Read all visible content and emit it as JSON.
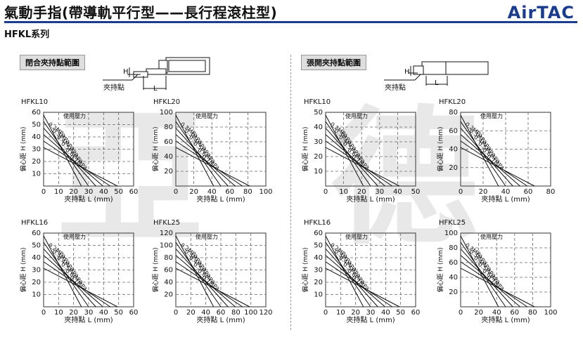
{
  "header": {
    "title": "氣動手指(帶導軌平行型——長行程滾柱型)",
    "brand": "AirTAC",
    "series": "HFKL系列"
  },
  "colors": {
    "accent": "#1a3c8f",
    "grid": "#555555",
    "curve": "#111111"
  },
  "sections": {
    "closed": {
      "label": "閉合夾持點範圍",
      "point_label": "夾持點",
      "h": "H",
      "l": "L"
    },
    "open": {
      "label": "張開夾持點範圍",
      "point_label": "夾持點",
      "h": "H",
      "l": "L"
    }
  },
  "axis_text": {
    "xlabel": "夾持點   L   (mm)",
    "ylabel": "偏心距 H (mm)"
  },
  "chart_data": [
    {
      "id": "c10",
      "name": "HFKL10",
      "type": "line",
      "xlim": [
        0,
        60
      ],
      "ylim": [
        0,
        60
      ],
      "xticks": [
        0,
        10,
        20,
        30,
        40,
        50,
        60
      ],
      "yticks": [
        10,
        20,
        30,
        40,
        50,
        60
      ],
      "labels": [
        "使用壓力",
        "0.2MPa",
        "0.3MPa",
        "0.4MPa",
        "0.5MPa",
        "0.6MPa",
        "0.7MPa"
      ]
    },
    {
      "id": "c20",
      "name": "HFKL20",
      "type": "line",
      "xlim": [
        0,
        100
      ],
      "ylim": [
        0,
        100
      ],
      "xticks": [
        0,
        20,
        40,
        60,
        80,
        100
      ],
      "yticks": [
        20,
        40,
        60,
        80,
        100
      ],
      "labels": [
        "使用壓力",
        "0.2MPa",
        "0.3MPa",
        "0.4MPa",
        "0.5MPa",
        "0.6MPa",
        "0.7MPa"
      ]
    },
    {
      "id": "c16",
      "name": "HFKL16",
      "type": "line",
      "xlim": [
        0,
        60
      ],
      "ylim": [
        0,
        60
      ],
      "xticks": [
        0,
        10,
        20,
        30,
        40,
        50,
        60
      ],
      "yticks": [
        10,
        20,
        30,
        40,
        50,
        60
      ],
      "labels": [
        "使用壓力",
        "0.2MPa",
        "0.3MPa",
        "0.4MPa",
        "0.5MPa",
        "0.6MPa",
        "0.7MPa"
      ]
    },
    {
      "id": "c25",
      "name": "HFKL25",
      "type": "line",
      "xlim": [
        0,
        120
      ],
      "ylim": [
        0,
        120
      ],
      "xticks": [
        0,
        20,
        40,
        60,
        80,
        100,
        120
      ],
      "yticks": [
        20,
        40,
        60,
        80,
        100,
        120
      ],
      "labels": [
        "使用壓力",
        "0.2MPa",
        "0.3MPa",
        "0.4MPa",
        "0.5MPa",
        "0.6MPa",
        "0.7MPa"
      ]
    },
    {
      "id": "o10",
      "name": "HFKL10",
      "type": "line",
      "xlim": [
        0,
        50
      ],
      "ylim": [
        0,
        50
      ],
      "xticks": [
        0,
        10,
        20,
        30,
        40,
        50
      ],
      "yticks": [
        10,
        20,
        30,
        40,
        50
      ],
      "labels": [
        "使用壓力",
        "0.2MPa",
        "0.3MPa",
        "0.4MPa",
        "0.5MPa",
        "0.6MPa",
        "0.7MPa"
      ]
    },
    {
      "id": "o20",
      "name": "HFKL20",
      "type": "line",
      "xlim": [
        0,
        80
      ],
      "ylim": [
        0,
        80
      ],
      "xticks": [
        0,
        20,
        40,
        60,
        80
      ],
      "yticks": [
        20,
        40,
        60,
        80
      ],
      "labels": [
        "使用壓力",
        "0.2MPa",
        "0.3MPa",
        "0.4MPa",
        "0.5MPa",
        "0.6MPa",
        "0.7MPa"
      ]
    },
    {
      "id": "o16",
      "name": "HFKL16",
      "type": "line",
      "xlim": [
        0,
        60
      ],
      "ylim": [
        0,
        60
      ],
      "xticks": [
        0,
        10,
        20,
        30,
        40,
        50,
        60
      ],
      "yticks": [
        10,
        20,
        30,
        40,
        50,
        60
      ],
      "labels": [
        "使用壓力",
        "0.2MPa",
        "0.3MPa",
        "0.4MPa",
        "0.5MPa",
        "0.6MPa",
        "0.7MPa"
      ]
    },
    {
      "id": "o25",
      "name": "HFKL25",
      "type": "line",
      "xlim": [
        0,
        100
      ],
      "ylim": [
        0,
        100
      ],
      "xticks": [
        0,
        20,
        40,
        60,
        80,
        100
      ],
      "yticks": [
        20,
        40,
        60,
        80,
        100
      ],
      "labels": [
        "使用壓力",
        "0.2MPa",
        "0.3MPa",
        "0.4MPa",
        "0.5MPa",
        "0.6MPa",
        "0.7MPa"
      ]
    }
  ]
}
